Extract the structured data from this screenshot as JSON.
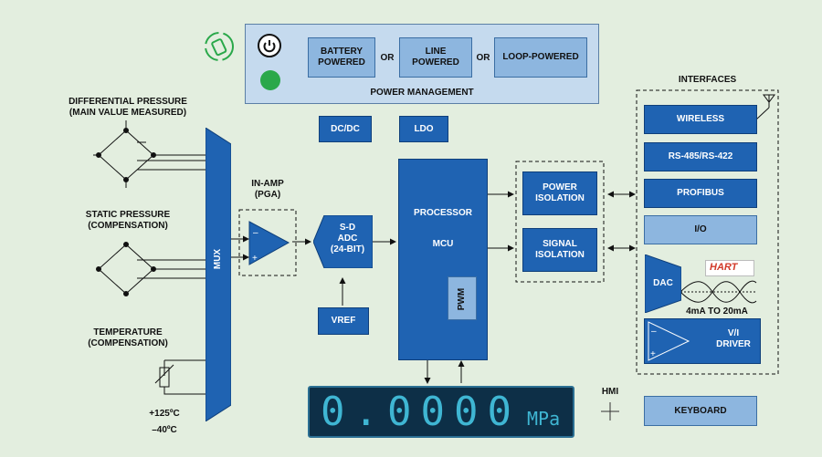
{
  "power": {
    "title": "POWER MANAGEMENT",
    "battery": "BATTERY\nPOWERED",
    "line": "LINE\nPOWERED",
    "loop": "LOOP-POWERED",
    "or1": "OR",
    "or2": "OR"
  },
  "sensors": {
    "diff": "DIFFERENTIAL PRESSURE\n(MAIN VALUE MEASURED)",
    "static": "STATIC PRESSURE\n(COMPENSATION)",
    "temp": "TEMPERATURE\n(COMPENSATION)",
    "t_high": "+125ºC",
    "t_low": "–40ºC"
  },
  "signal_chain": {
    "mux": "MUX",
    "inamp": "IN-AMP\n(PGA)",
    "adc": "S-D\nADC\n(24-BIT)",
    "vref": "VREF",
    "dcdc": "DC/DC",
    "ldo": "LDO",
    "processor": "PROCESSOR",
    "mcu": "MCU",
    "pwm": "PWM",
    "power_iso": "POWER\nISOLATION",
    "signal_iso": "SIGNAL\nISOLATION"
  },
  "interfaces": {
    "title": "INTERFACES",
    "wireless": "WIRELESS",
    "rs485": "RS-485/RS-422",
    "profibus": "PROFIBUS",
    "io": "I/O",
    "dac": "DAC",
    "hart": "HART",
    "current_range": "4mA TO 20mA",
    "vi_driver": "V/I\nDRIVER"
  },
  "hmi": {
    "label": "HMI",
    "display_value": "0.0000",
    "display_unit": "MPa",
    "keyboard": "KEYBOARD"
  },
  "colors": {
    "background": "#e3eedf",
    "dark_blue": "#1f63b2",
    "light_blue": "#8db6df",
    "display_bg": "#0d2f47",
    "display_text": "#3fb6d3",
    "eco_green": "#2aa84a"
  }
}
